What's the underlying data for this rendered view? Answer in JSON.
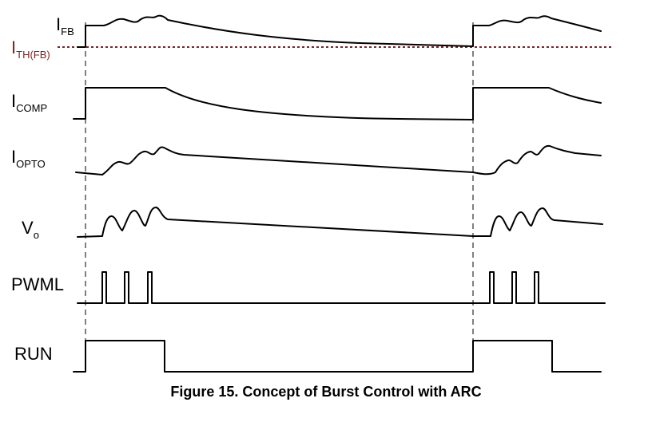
{
  "signals": [
    {
      "id": "ifb",
      "label": "I",
      "sub": "FB"
    },
    {
      "id": "ith",
      "label": "I",
      "sub": "TH(FB)",
      "color": "#7a2424"
    },
    {
      "id": "icomp",
      "label": "I",
      "sub": "COMP"
    },
    {
      "id": "iopto",
      "label": "I",
      "sub": "OPTO"
    },
    {
      "id": "vo",
      "label": "V",
      "sub": "o"
    },
    {
      "id": "pwml",
      "label": "PWML"
    },
    {
      "id": "run",
      "label": "RUN"
    }
  ],
  "caption": "Figure 15.  Concept of Burst Control with ARC"
}
